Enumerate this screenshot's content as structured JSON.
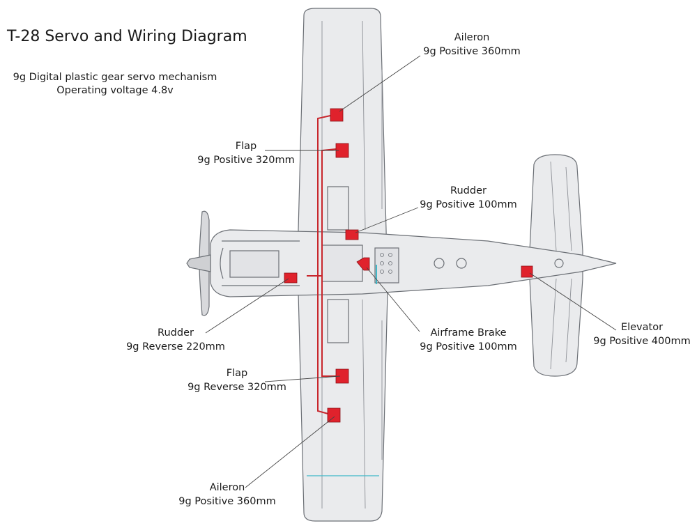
{
  "title": "T-28 Servo and Wiring Diagram",
  "subtitle": {
    "line1": "9g Digital plastic gear servo mechanism",
    "line2": "Operating voltage 4.8v"
  },
  "colors": {
    "servo": "#e0222c",
    "wire": "#c8262c",
    "airframe_fill": "#eaebed",
    "airframe_line": "#6b6f75",
    "leader_line": "#444444",
    "brake_accent": "#3fb8c8"
  },
  "labels": {
    "aileron_top": {
      "name": "Aileron",
      "spec": "9g Positive 360mm"
    },
    "flap_top": {
      "name": "Flap",
      "spec": "9g Positive 320mm"
    },
    "rudder_right": {
      "name": "Rudder",
      "spec": "9g Positive 100mm"
    },
    "rudder_left": {
      "name": "Rudder",
      "spec": "9g Reverse 220mm"
    },
    "airframe_brake": {
      "name": "Airframe Brake",
      "spec": "9g Positive 100mm"
    },
    "elevator": {
      "name": "Elevator",
      "spec": "9g Positive 400mm"
    },
    "flap_bottom": {
      "name": "Flap",
      "spec": "9g Reverse 320mm"
    },
    "aileron_bottom": {
      "name": "Aileron",
      "spec": "9g Positive 360mm"
    }
  }
}
